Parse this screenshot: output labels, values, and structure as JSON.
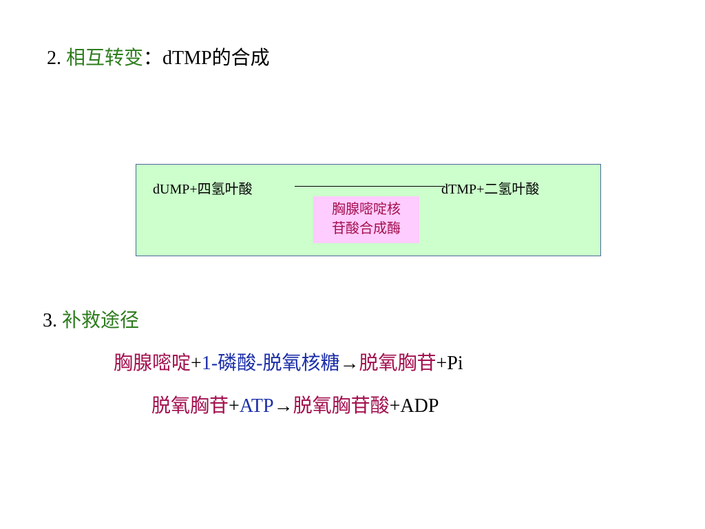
{
  "section2": {
    "number": "2. ",
    "title": "相互转变",
    "colon": "：",
    "subtitle": "dTMP的合成"
  },
  "reaction": {
    "substrate": "dUMP+四氢叶酸",
    "product": "dTMP+二氢叶酸",
    "enzyme_line1": "胸腺嘧啶核",
    "enzyme_line2": "苷酸合成酶"
  },
  "section3": {
    "number": "3. ",
    "title": "补救途径"
  },
  "equation1": {
    "part1": "胸腺嘧啶",
    "part2": "+",
    "part3": "1-磷酸-脱氧核糖",
    "part4": "→",
    "part5": "脱氧胸苷",
    "part6": "+Pi"
  },
  "equation2": {
    "part1": "脱氧胸苷",
    "part2": "+",
    "part3": "ATP",
    "part4": "→",
    "part5": "脱氧胸苷酸",
    "part6": "+ADP"
  },
  "colors": {
    "heading_green": "#2e7d1e",
    "box_fill": "#ccffcc",
    "enzyme_fill": "#ffccff",
    "maroon": "#a3104f",
    "blue": "#1c2fa8"
  }
}
